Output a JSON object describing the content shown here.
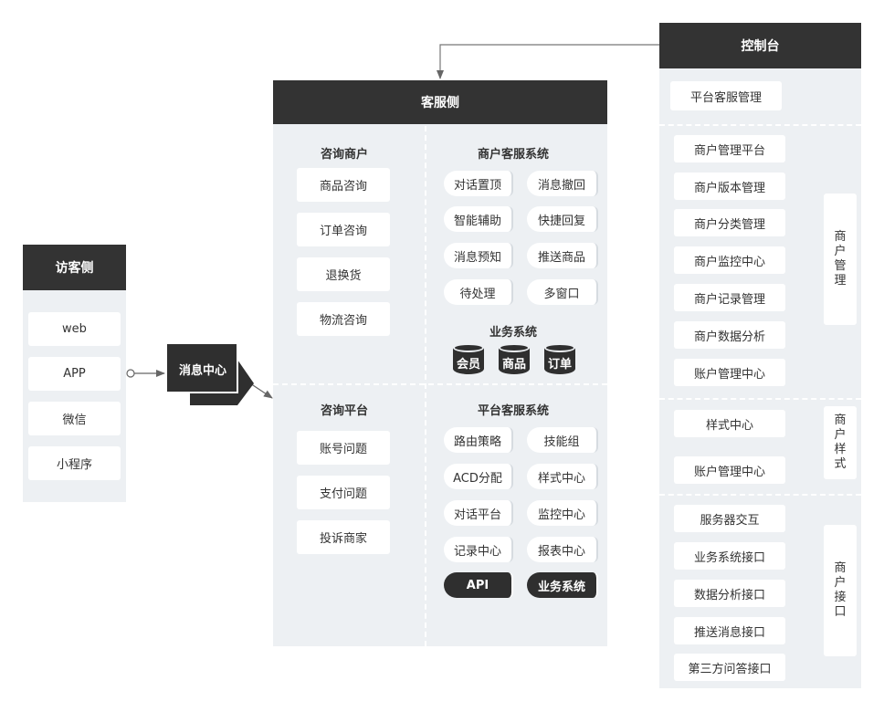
{
  "visitor": {
    "title": "访客侧",
    "items": [
      "web",
      "APP",
      "微信",
      "小程序"
    ]
  },
  "message_center": {
    "label": "消息中心"
  },
  "service": {
    "title": "客服侧",
    "consult_merchant": {
      "title": "咨询商户",
      "items": [
        "商品咨询",
        "订单咨询",
        "退换货",
        "物流咨询"
      ]
    },
    "merchant_system": {
      "title": "商户客服系统",
      "items": [
        "对话置顶",
        "消息撤回",
        "智能辅助",
        "快捷回复",
        "消息预知",
        "推送商品",
        "待处理",
        "多窗口"
      ]
    },
    "business_system": {
      "title": "业务系统",
      "items": [
        "会员",
        "商品",
        "订单"
      ]
    },
    "consult_platform": {
      "title": "咨询平台",
      "items": [
        "账号问题",
        "支付问题",
        "投诉商家"
      ]
    },
    "platform_system": {
      "title": "平台客服系统",
      "items": [
        "路由策略",
        "技能组",
        "ACD分配",
        "样式中心",
        "对话平台",
        "监控中心",
        "记录中心",
        "报表中心"
      ],
      "dark_items": [
        "API",
        "业务系统"
      ]
    }
  },
  "console": {
    "title": "控制台",
    "top_item": "平台客服管理",
    "merchant_management": {
      "label": [
        "商",
        "户",
        "管",
        "理"
      ],
      "items": [
        "商户管理平台",
        "商户版本管理",
        "商户分类管理",
        "商户监控中心",
        "商户记录管理",
        "商户数据分析",
        "账户管理中心"
      ]
    },
    "merchant_style": {
      "label": [
        "商",
        "户",
        "样",
        "式"
      ],
      "items": [
        "样式中心",
        "账户管理中心"
      ]
    },
    "merchant_interface": {
      "label": [
        "商",
        "户",
        "接",
        "口"
      ],
      "items": [
        "服务器交互",
        "业务系统接口",
        "数据分析接口",
        "推送消息接口",
        "第三方问答接口"
      ]
    }
  },
  "colors": {
    "header": "#333333",
    "panel": "#edf0f3",
    "box": "#ffffff",
    "line": "#666666"
  }
}
